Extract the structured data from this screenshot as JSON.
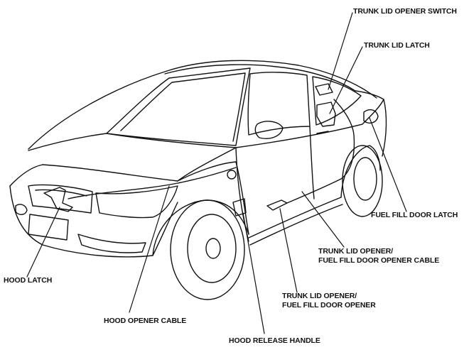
{
  "labels": {
    "trunk_lid_opener_switch": "TRUNK LID OPENER SWITCH",
    "trunk_lid_latch": "TRUNK LID LATCH",
    "fuel_fill_door_latch": "FUEL FILL DOOR LATCH",
    "cable_line1": "TRUNK LID OPENER/",
    "cable_line2": "FUEL FILL DOOR OPENER CABLE",
    "opener_line1": "TRUNK LID OPENER/",
    "opener_line2": "FUEL FILL DOOR OPENER",
    "hood_latch": "HOOD LATCH",
    "hood_opener_cable": "HOOD OPENER CABLE",
    "hood_release_handle": "HOOD RELEASE HANDLE"
  }
}
